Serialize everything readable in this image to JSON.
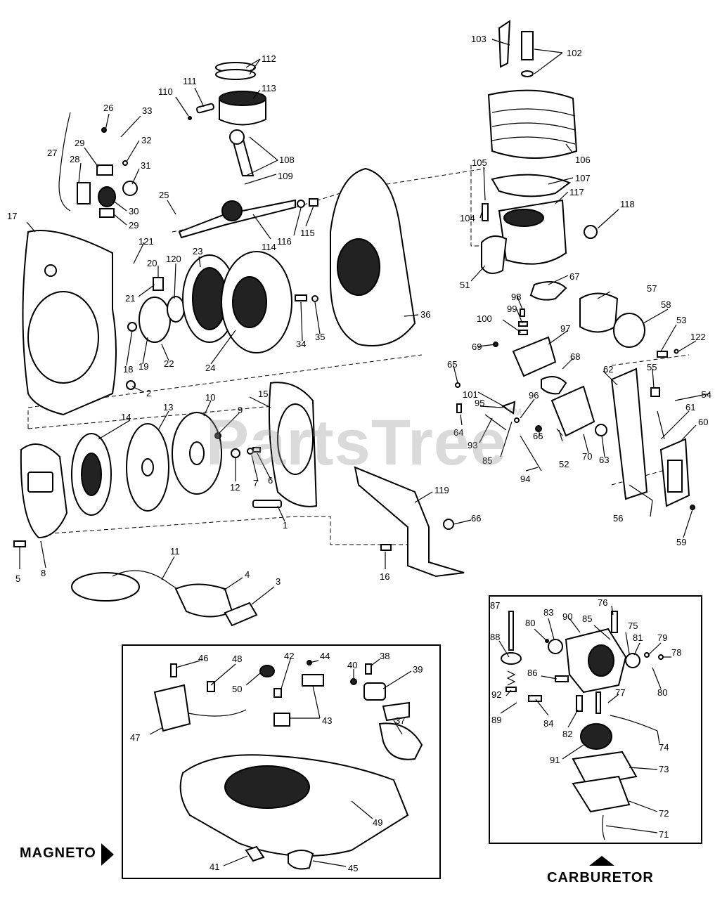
{
  "watermark": {
    "text": "PartsTree",
    "mark": "TM"
  },
  "sections": {
    "magneto": {
      "title": "MAGNETO"
    },
    "carburetor": {
      "title": "CARBURETOR"
    }
  },
  "callouts": [
    {
      "id": "103",
      "text": "103"
    },
    {
      "id": "102",
      "text": "102"
    },
    {
      "id": "112",
      "text": "112"
    },
    {
      "id": "113",
      "text": "113"
    },
    {
      "id": "111",
      "text": "111"
    },
    {
      "id": "110",
      "text": "110"
    },
    {
      "id": "26",
      "text": "26"
    },
    {
      "id": "33",
      "text": "33"
    },
    {
      "id": "32",
      "text": "32"
    },
    {
      "id": "27",
      "text": "27"
    },
    {
      "id": "28",
      "text": "28"
    },
    {
      "id": "29a",
      "text": "29"
    },
    {
      "id": "31",
      "text": "31"
    },
    {
      "id": "30",
      "text": "30"
    },
    {
      "id": "29b",
      "text": "29"
    },
    {
      "id": "25",
      "text": "25"
    },
    {
      "id": "108",
      "text": "108"
    },
    {
      "id": "109",
      "text": "109"
    },
    {
      "id": "106",
      "text": "106"
    },
    {
      "id": "105",
      "text": "105"
    },
    {
      "id": "107",
      "text": "107"
    },
    {
      "id": "117",
      "text": "117"
    },
    {
      "id": "118",
      "text": "118"
    },
    {
      "id": "104",
      "text": "104"
    },
    {
      "id": "17",
      "text": "17"
    },
    {
      "id": "116",
      "text": "116"
    },
    {
      "id": "115",
      "text": "115"
    },
    {
      "id": "114",
      "text": "114"
    },
    {
      "id": "121",
      "text": "121"
    },
    {
      "id": "120",
      "text": "120"
    },
    {
      "id": "23",
      "text": "23"
    },
    {
      "id": "20",
      "text": "20"
    },
    {
      "id": "21",
      "text": "21"
    },
    {
      "id": "51",
      "text": "51"
    },
    {
      "id": "67",
      "text": "67"
    },
    {
      "id": "57",
      "text": "57"
    },
    {
      "id": "98",
      "text": "98"
    },
    {
      "id": "99",
      "text": "99"
    },
    {
      "id": "58",
      "text": "58"
    },
    {
      "id": "100",
      "text": "100"
    },
    {
      "id": "36",
      "text": "36"
    },
    {
      "id": "53",
      "text": "53"
    },
    {
      "id": "122",
      "text": "122"
    },
    {
      "id": "97",
      "text": "97"
    },
    {
      "id": "69",
      "text": "69"
    },
    {
      "id": "18",
      "text": "18"
    },
    {
      "id": "19",
      "text": "19"
    },
    {
      "id": "22",
      "text": "22"
    },
    {
      "id": "24",
      "text": "24"
    },
    {
      "id": "34",
      "text": "34"
    },
    {
      "id": "35",
      "text": "35"
    },
    {
      "id": "65",
      "text": "65"
    },
    {
      "id": "68",
      "text": "68"
    },
    {
      "id": "55",
      "text": "55"
    },
    {
      "id": "62",
      "text": "62"
    },
    {
      "id": "2",
      "text": "2"
    },
    {
      "id": "101",
      "text": "101"
    },
    {
      "id": "96",
      "text": "96"
    },
    {
      "id": "54",
      "text": "54"
    },
    {
      "id": "15",
      "text": "15"
    },
    {
      "id": "95",
      "text": "95"
    },
    {
      "id": "61",
      "text": "61"
    },
    {
      "id": "14",
      "text": "14"
    },
    {
      "id": "13",
      "text": "13"
    },
    {
      "id": "10",
      "text": "10"
    },
    {
      "id": "9",
      "text": "9"
    },
    {
      "id": "60",
      "text": "60"
    },
    {
      "id": "64",
      "text": "64"
    },
    {
      "id": "93",
      "text": "93"
    },
    {
      "id": "66a",
      "text": "66"
    },
    {
      "id": "52",
      "text": "52"
    },
    {
      "id": "70",
      "text": "70"
    },
    {
      "id": "63",
      "text": "63"
    },
    {
      "id": "85a",
      "text": "85"
    },
    {
      "id": "12",
      "text": "12"
    },
    {
      "id": "7",
      "text": "7"
    },
    {
      "id": "6",
      "text": "6"
    },
    {
      "id": "94",
      "text": "94"
    },
    {
      "id": "119",
      "text": "119"
    },
    {
      "id": "56",
      "text": "56"
    },
    {
      "id": "1",
      "text": "1"
    },
    {
      "id": "66b",
      "text": "66"
    },
    {
      "id": "59",
      "text": "59"
    },
    {
      "id": "5",
      "text": "5"
    },
    {
      "id": "8",
      "text": "8"
    },
    {
      "id": "16",
      "text": "16"
    },
    {
      "id": "11",
      "text": "11"
    },
    {
      "id": "4",
      "text": "4"
    },
    {
      "id": "3",
      "text": "3"
    },
    {
      "id": "87",
      "text": "87"
    },
    {
      "id": "76",
      "text": "76"
    },
    {
      "id": "83",
      "text": "83"
    },
    {
      "id": "80a",
      "text": "80"
    },
    {
      "id": "90",
      "text": "90"
    },
    {
      "id": "85b",
      "text": "85"
    },
    {
      "id": "75",
      "text": "75"
    },
    {
      "id": "88",
      "text": "88"
    },
    {
      "id": "81",
      "text": "81"
    },
    {
      "id": "79",
      "text": "79"
    },
    {
      "id": "78",
      "text": "78"
    },
    {
      "id": "46",
      "text": "46"
    },
    {
      "id": "48",
      "text": "48"
    },
    {
      "id": "42",
      "text": "42"
    },
    {
      "id": "44",
      "text": "44"
    },
    {
      "id": "38",
      "text": "38"
    },
    {
      "id": "40",
      "text": "40"
    },
    {
      "id": "39",
      "text": "39"
    },
    {
      "id": "50",
      "text": "50"
    },
    {
      "id": "86",
      "text": "86"
    },
    {
      "id": "80b",
      "text": "80"
    },
    {
      "id": "92",
      "text": "92"
    },
    {
      "id": "77",
      "text": "77"
    },
    {
      "id": "43",
      "text": "43"
    },
    {
      "id": "37",
      "text": "37"
    },
    {
      "id": "89",
      "text": "89"
    },
    {
      "id": "84",
      "text": "84"
    },
    {
      "id": "82",
      "text": "82"
    },
    {
      "id": "74",
      "text": "74"
    },
    {
      "id": "47",
      "text": "47"
    },
    {
      "id": "91",
      "text": "91"
    },
    {
      "id": "73",
      "text": "73"
    },
    {
      "id": "49",
      "text": "49"
    },
    {
      "id": "72",
      "text": "72"
    },
    {
      "id": "71",
      "text": "71"
    },
    {
      "id": "41",
      "text": "41"
    },
    {
      "id": "45",
      "text": "45"
    }
  ]
}
